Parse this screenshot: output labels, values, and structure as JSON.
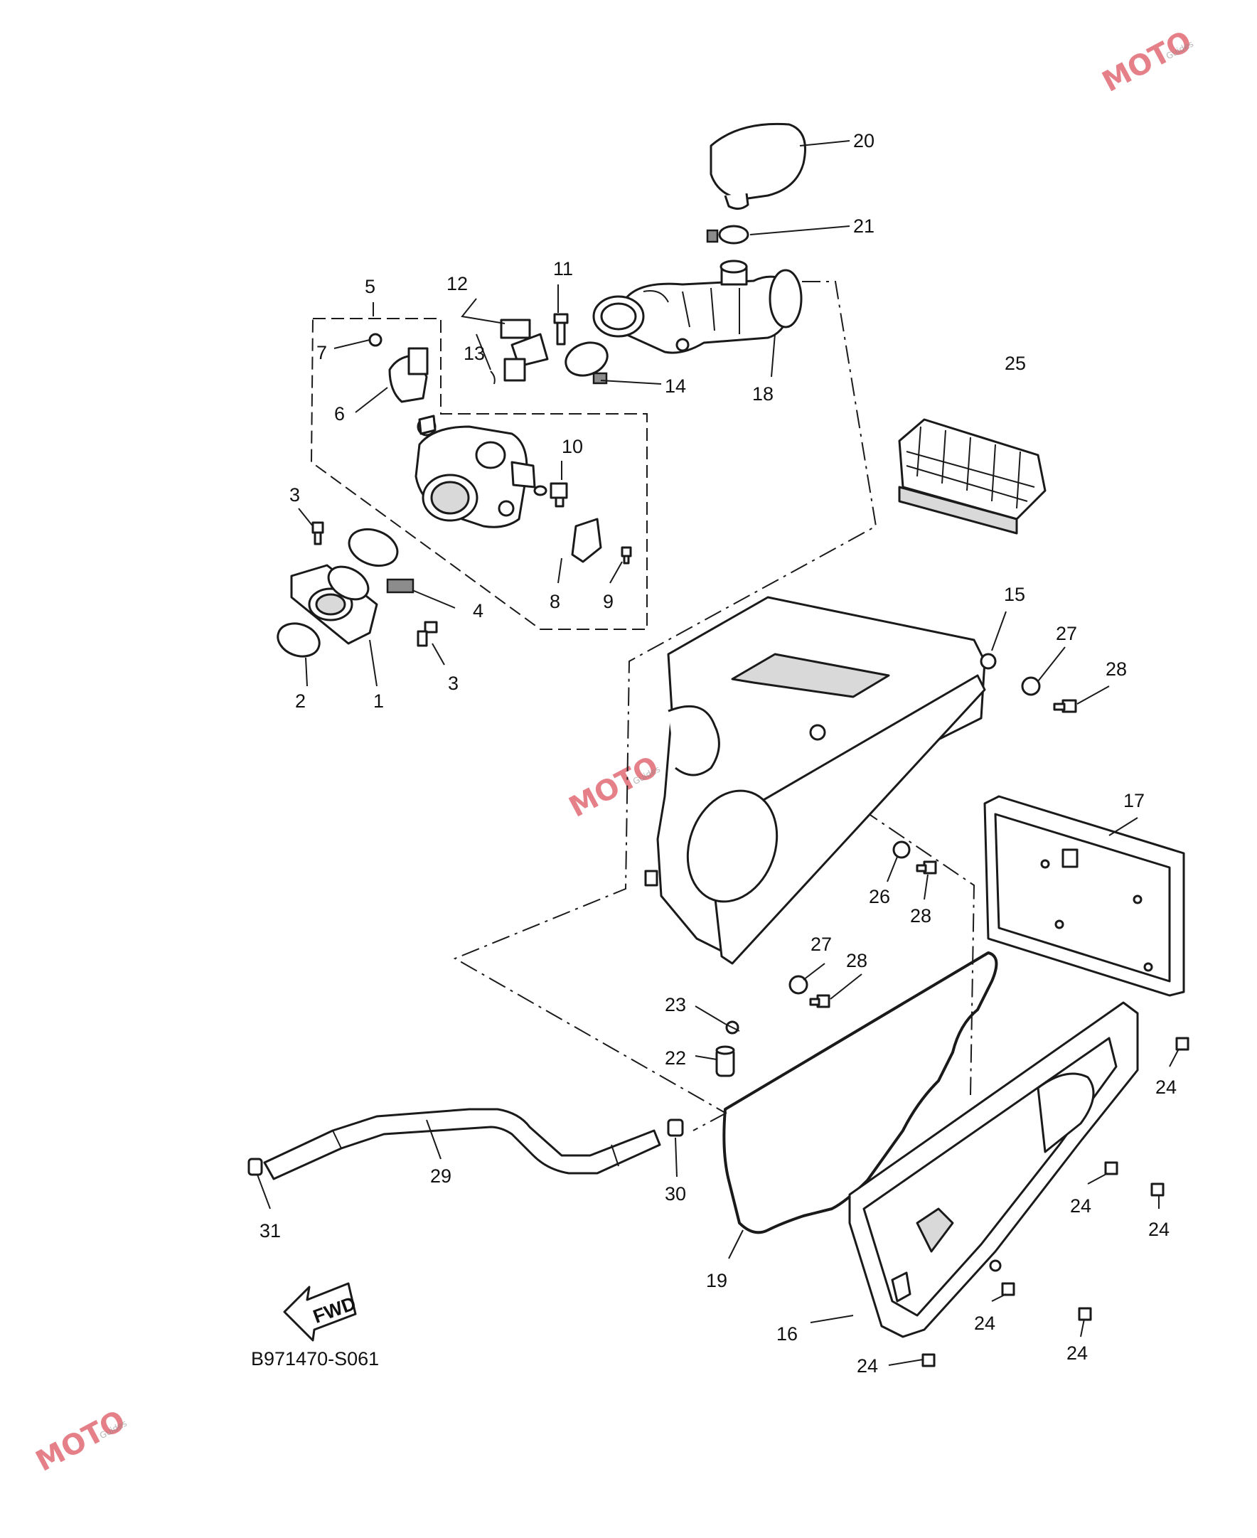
{
  "diagram": {
    "part_number_code": "B971470-S061",
    "fwd_label": "FWD",
    "watermark": {
      "brand": "MOTO",
      "sub": "Guides"
    },
    "callouts": {
      "c1": "1",
      "c2": "2",
      "c3a": "3",
      "c3b": "3",
      "c4": "4",
      "c5": "5",
      "c6": "6",
      "c7": "7",
      "c8": "8",
      "c9": "9",
      "c10": "10",
      "c11": "11",
      "c12": "12",
      "c13": "13",
      "c14": "14",
      "c15": "15",
      "c16": "16",
      "c17": "17",
      "c18": "18",
      "c19": "19",
      "c20": "20",
      "c21": "21",
      "c22": "22",
      "c23": "23",
      "c24a": "24",
      "c24b": "24",
      "c24c": "24",
      "c24d": "24",
      "c24e": "24",
      "c24f": "24",
      "c25": "25",
      "c26": "26",
      "c27a": "27",
      "c27b": "27",
      "c28a": "28",
      "c28b": "28",
      "c28c": "28",
      "c29": "29",
      "c30": "30",
      "c31": "31"
    }
  }
}
